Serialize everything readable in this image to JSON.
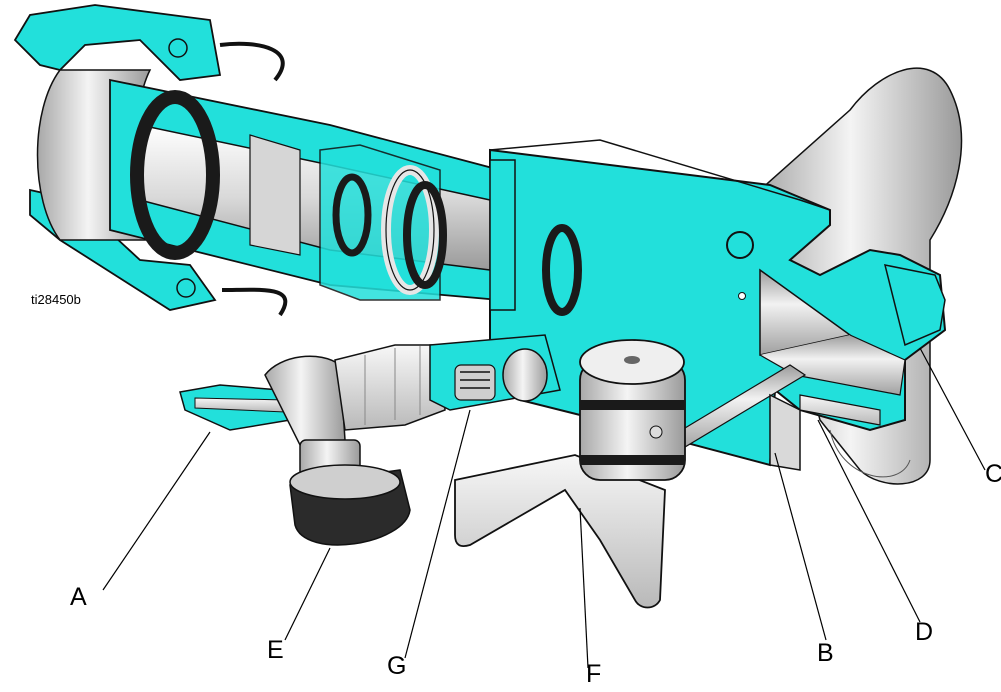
{
  "figure_id": "ti28450b",
  "callouts": {
    "A": "A",
    "B": "B",
    "C": "C",
    "D": "D",
    "E": "E",
    "F": "F",
    "G": "G"
  },
  "colors": {
    "cutaway": "#22e0db",
    "metal_light": "#eeeeee",
    "metal_mid": "#c8c8c8",
    "metal_dark": "#8e8e8e",
    "outline": "#111111",
    "seal": "#1a1a1a"
  }
}
